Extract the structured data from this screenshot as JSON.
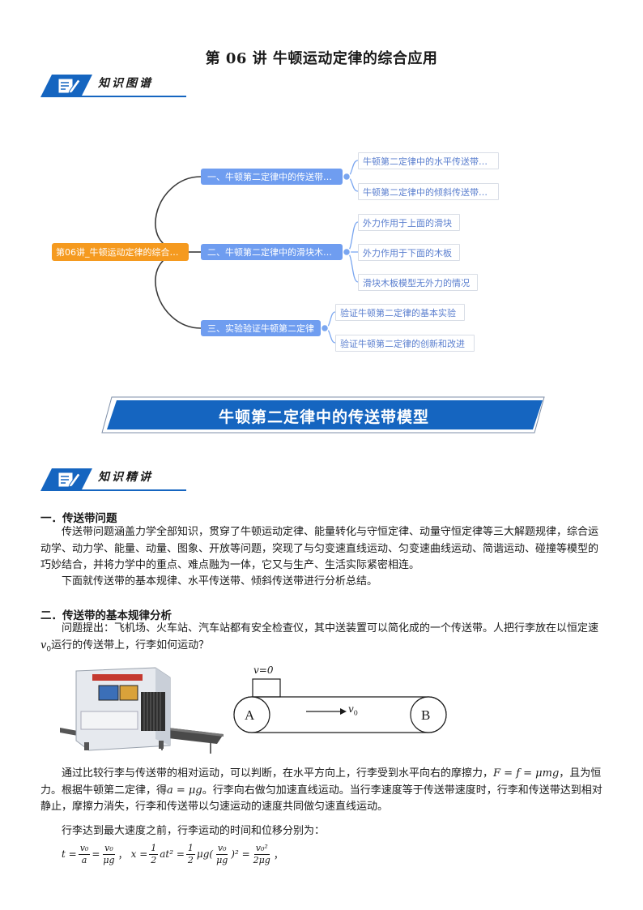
{
  "title": "第 06 讲  牛顿运动定律的综合应用",
  "sections": {
    "map_label": "知识图谱",
    "lecture_label": "知识精讲"
  },
  "mindmap": {
    "root": "第06讲_牛顿运动定律的综合…",
    "branches": [
      {
        "label": "一、牛顿第二定律中的传送带…",
        "leaves": [
          "牛顿第二定律中的水平传送带…",
          "牛顿第二定律中的倾斜传送带…"
        ]
      },
      {
        "label": "二、牛顿第二定律中的滑块木…",
        "leaves": [
          "外力作用于上面的滑块",
          "外力作用于下面的木板",
          "滑块木板模型无外力的情况"
        ]
      },
      {
        "label": "三、实验验证牛顿第二定律",
        "leaves": [
          "验证牛顿第二定律的基本实验",
          "验证牛顿第二定律的创新和改进"
        ]
      }
    ]
  },
  "banner": "牛顿第二定律中的传送带模型",
  "content": {
    "h1": "一．传送带问题",
    "p1": "传送带问题涵盖力学全部知识，贯穿了牛顿运动定律、能量转化与守恒定律、动量守恒定律等三大解题规律，综合运动学、动力学、能量、动量、图象、开放等问题，突现了与匀变速直线运动、匀变速曲线运动、简谐运动、碰撞等模型的巧妙结合，并将力学中的重点、难点融为一体，它又与生产、生活实际紧密相连。",
    "p2": "下面就传送带的基本规律、水平传送带、倾斜传送带进行分析总结。",
    "h2": "二．传送带的基本规律分析",
    "p3a": "问题提出：飞机场、火车站、汽车站都有安全检查仪，其中送装置可以简化成的一个传送带。人把行李放在以恒定速 ",
    "p3v": "v",
    "p3sub": "0",
    "p3b": "运行的传送带上，行李如何运动？",
    "diagram": {
      "top_label": "v=0",
      "left_roller": "A",
      "right_roller": "B",
      "velocity": "v",
      "velocity_sub": "0"
    },
    "p4a": "通过比较行李与传送带的相对运动，可以判断，在水平方向上，行李受到水平向右的摩擦力，",
    "p4eq": "F = f = μmg",
    "p4b": "，且为恒力。根据牛顿第二定律，得",
    "p4eq2": "a = μg",
    "p4c": "。行李向右做匀加速直线运动。当行李速度等于传送带速度时，行李和传送带达到相对静止，摩擦力消失，行李和传送带以匀速运动的速度共同做匀速直线运动。",
    "p5": "行李达到最大速度之前，行李运动的时间和位移分别为：",
    "formula": {
      "t": "t =",
      "f1n": "v₀",
      "f1d": "a",
      "eq": "=",
      "f2n": "v₀",
      "f2d": "μg",
      "sep": "，",
      "x": "x =",
      "f3n": "1",
      "f3d": "2",
      "at2": "at² =",
      "f4n": "1",
      "f4d": "2",
      "mug": "μg(",
      "f5n": "v₀",
      "f5d": "μg",
      "sq": ")² =",
      "f6n": "v₀²",
      "f6d": "2μg",
      "end": "，"
    }
  },
  "colors": {
    "banner_blue": "#1565c0",
    "node_blue": "#6f9df0",
    "node_orange": "#f59a1f",
    "leaf_text": "#5b7fcf"
  }
}
